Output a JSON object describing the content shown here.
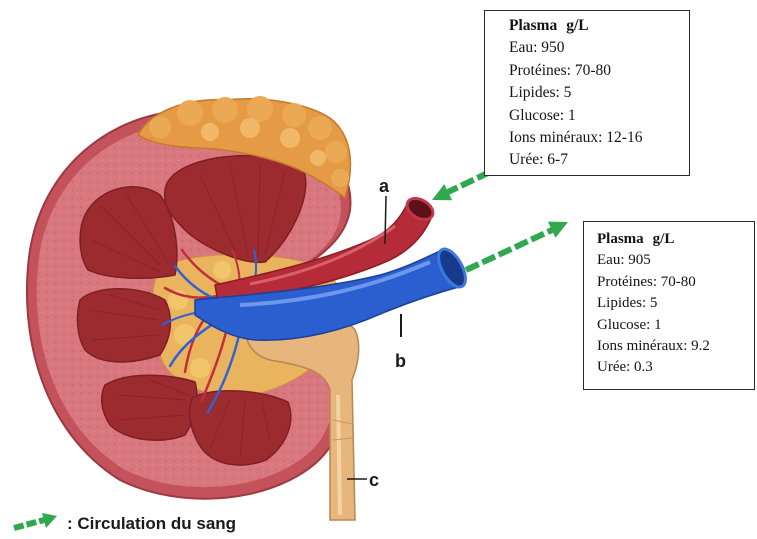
{
  "diagram": {
    "plasma_artery": {
      "title": "Plasma",
      "unit": "g/L",
      "rows": [
        "Eau: 950",
        "Protéines: 70-80",
        "Lipides: 5",
        "Glucose: 1",
        "Ions minéraux: 12-16",
        "Urée: 6-7"
      ]
    },
    "plasma_vein": {
      "title": "Plasma",
      "unit": "g/L",
      "rows": [
        "Eau: 905",
        "Protéines: 70-80",
        "Lipides: 5",
        "Glucose: 1",
        "Ions minéraux: 9.2",
        "Urée: 0.3"
      ]
    },
    "labels": {
      "a": "a",
      "b": "b",
      "c": "c"
    },
    "legend": {
      "text": ": Circulation du sang",
      "icon": "green-arrow-icon"
    }
  },
  "colors": {
    "arrow_green": "#2fa84f",
    "artery_red": "#b52c38",
    "vein_blue": "#2b5fd0",
    "ureter_tan": "#e6b67c",
    "adrenal_orange": "#e59a45",
    "pyramid_red": "#9c2b30",
    "cortex_pink": "#d9777e"
  }
}
